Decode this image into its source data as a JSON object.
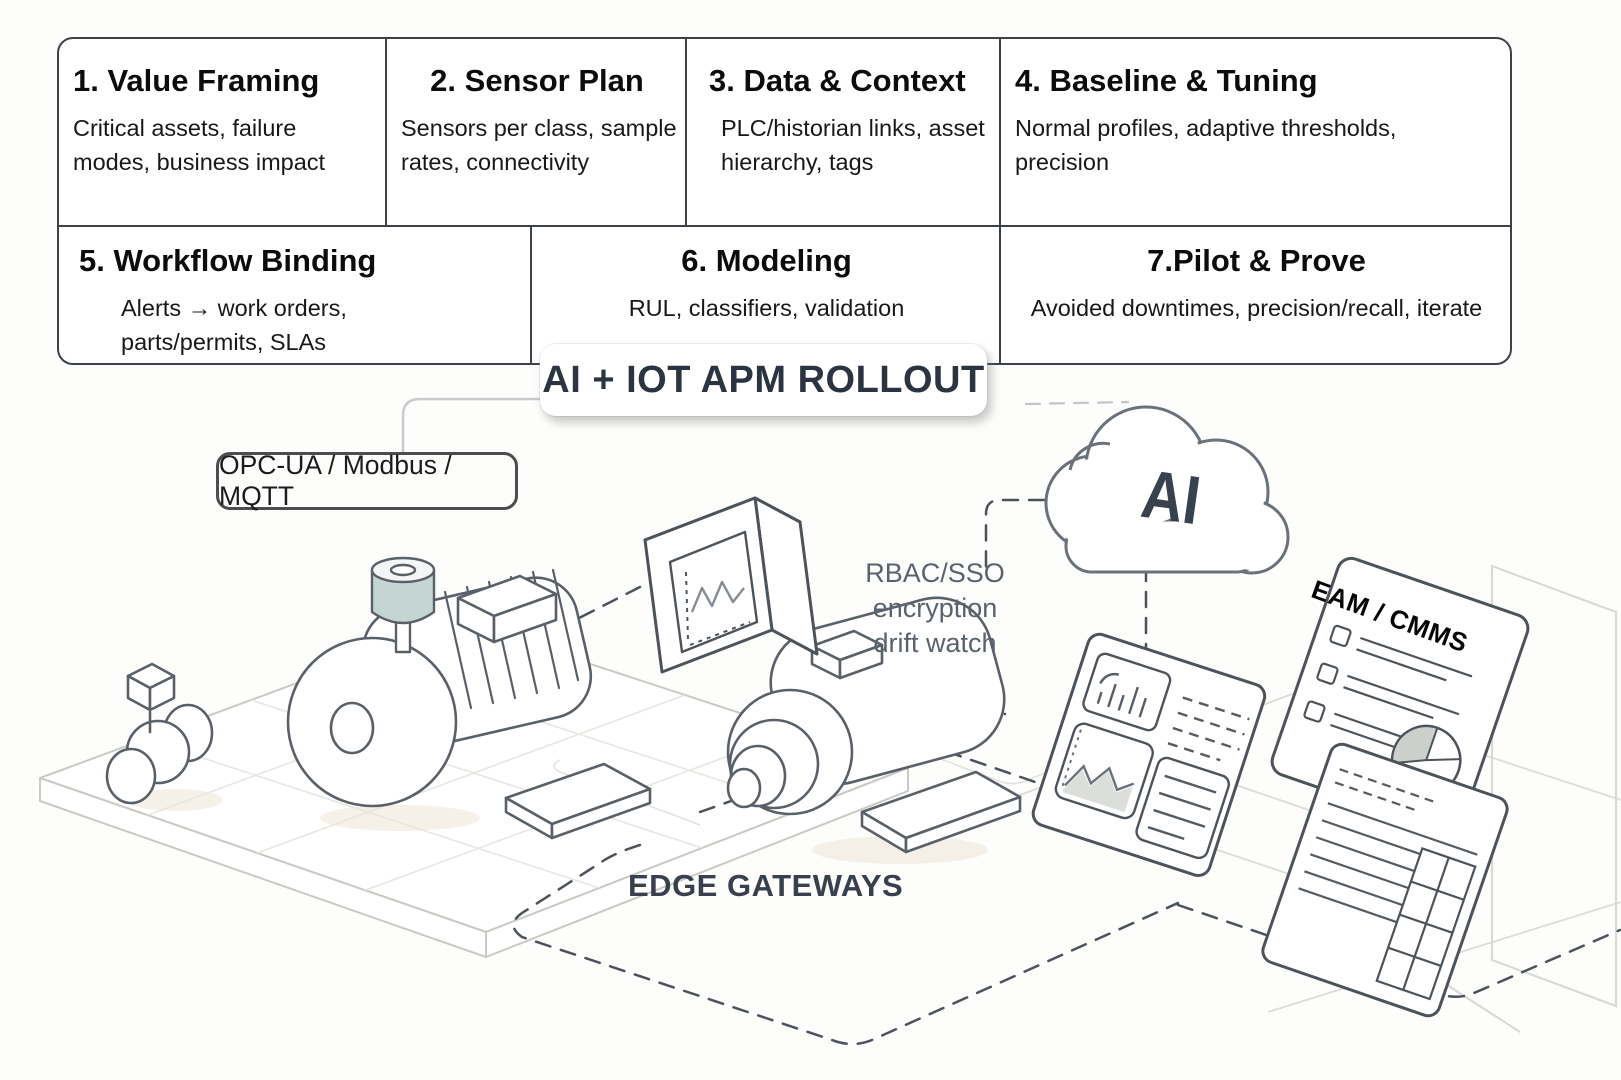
{
  "process_steps": [
    {
      "title": "1. Value Framing",
      "body": "Critical assets, failure modes, business impact"
    },
    {
      "title": "2. Sensor Plan",
      "body": "Sensors per class, sample rates, connectivity"
    },
    {
      "title": "3. Data & Context",
      "body": "PLC/historian links, asset hierarchy, tags"
    },
    {
      "title": "4. Baseline & Tuning",
      "body": "Normal profiles, adaptive thresholds, precision"
    },
    {
      "title": "5. Workflow Binding",
      "body": "Alerts → work orders, parts/permits, SLAs"
    },
    {
      "title": "6. Modeling",
      "body": "RUL, classifiers, validation"
    },
    {
      "title": "7.Pilot & Prove",
      "body": "Avoided downtimes, precision/recall, iterate"
    }
  ],
  "banner": {
    "title": "AI + IOT APM ROLLOUT"
  },
  "labels": {
    "protocols": "OPC-UA / Modbus / MQTT",
    "security_lines": [
      "RBAC/SSO",
      "encryption",
      "drift watch"
    ],
    "edge_gateways": "EDGE GATEWAYS",
    "cloud_ai": "AI",
    "eam_cmms": "EAM / CMMS"
  },
  "colors": {
    "ink": "#0c0c0c",
    "banner_text": "#2c3442",
    "line_art": "#5a6068",
    "security_text": "#5a6270",
    "sensor_fill": "#c5d5d1"
  }
}
